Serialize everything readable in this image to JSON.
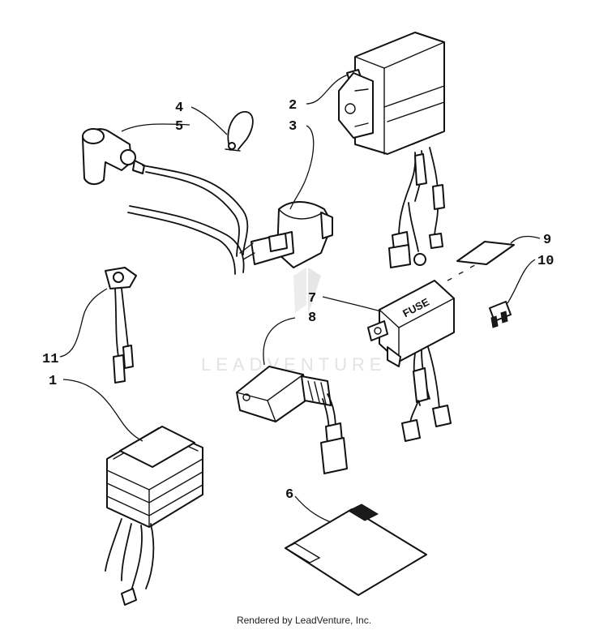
{
  "callouts": {
    "c1": "1",
    "c2": "2",
    "c3": "3",
    "c4": "4",
    "c5": "5",
    "c6": "6",
    "c7": "7",
    "c8": "8",
    "c9": "9",
    "c10": "10",
    "c11": "11"
  },
  "fuse_box_label": "FUSE",
  "watermark": "LEADVENTURE",
  "footer": "Rendered by LeadVenture, Inc."
}
